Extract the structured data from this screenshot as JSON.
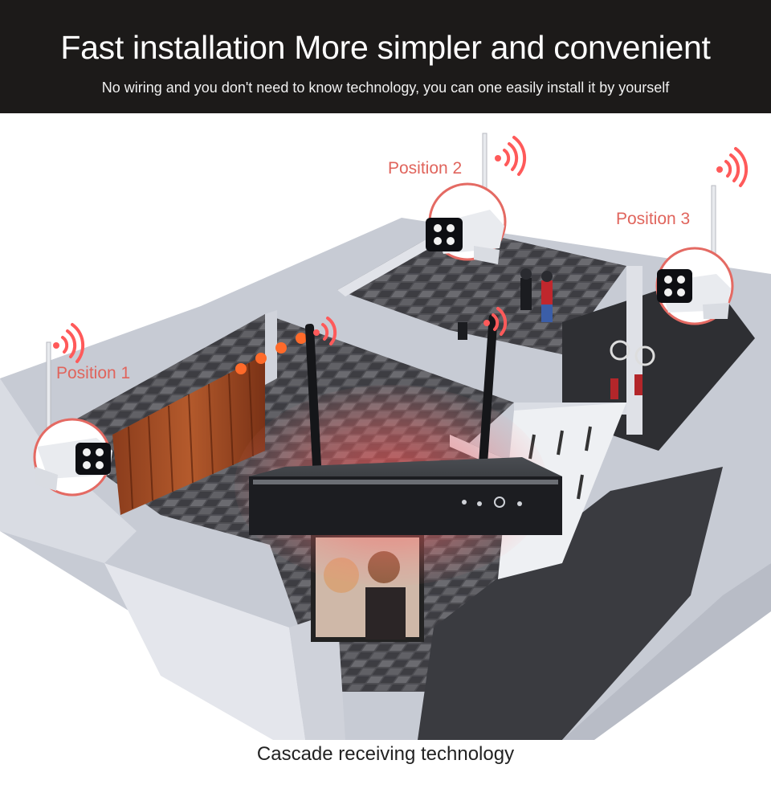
{
  "header": {
    "title": "Fast installation  More simpler and convenient",
    "subtitle": "No wiring and you don't need to know technology, you can one easily install it by yourself"
  },
  "cameras": [
    {
      "label": "Position 1"
    },
    {
      "label": "Position 2"
    },
    {
      "label": "Position 3"
    }
  ],
  "footer": {
    "caption": "Cascade receiving technology"
  },
  "colors": {
    "banner": "#1c1a19",
    "accent": "#e0645c",
    "wall": "#c9cdd6",
    "floor": "#5a5a5e"
  },
  "icons": [
    "wifi-signal-icon",
    "camera-icon",
    "nvr-device-icon"
  ]
}
